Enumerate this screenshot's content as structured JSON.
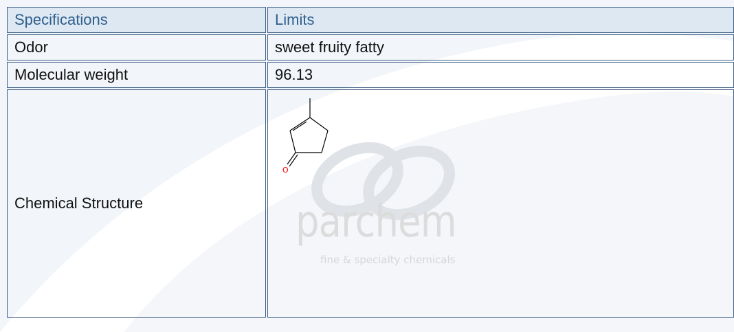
{
  "table": {
    "header": {
      "specifications": "Specifications",
      "limits": "Limits"
    },
    "rows": [
      {
        "label": "Odor",
        "value": "sweet fruity fatty"
      },
      {
        "label": "Molecular weight",
        "value": "96.13"
      },
      {
        "label": "Chemical Structure"
      }
    ]
  },
  "structure": {
    "oxygen_label": "O"
  },
  "watermark": {
    "brand": "parchem",
    "tagline": "fine & specialty chemicals"
  },
  "colors": {
    "border": "#3b5e84",
    "header_bg": "#dde8f3",
    "header_text": "#2f5f8d",
    "oxygen": "#ff0000"
  }
}
